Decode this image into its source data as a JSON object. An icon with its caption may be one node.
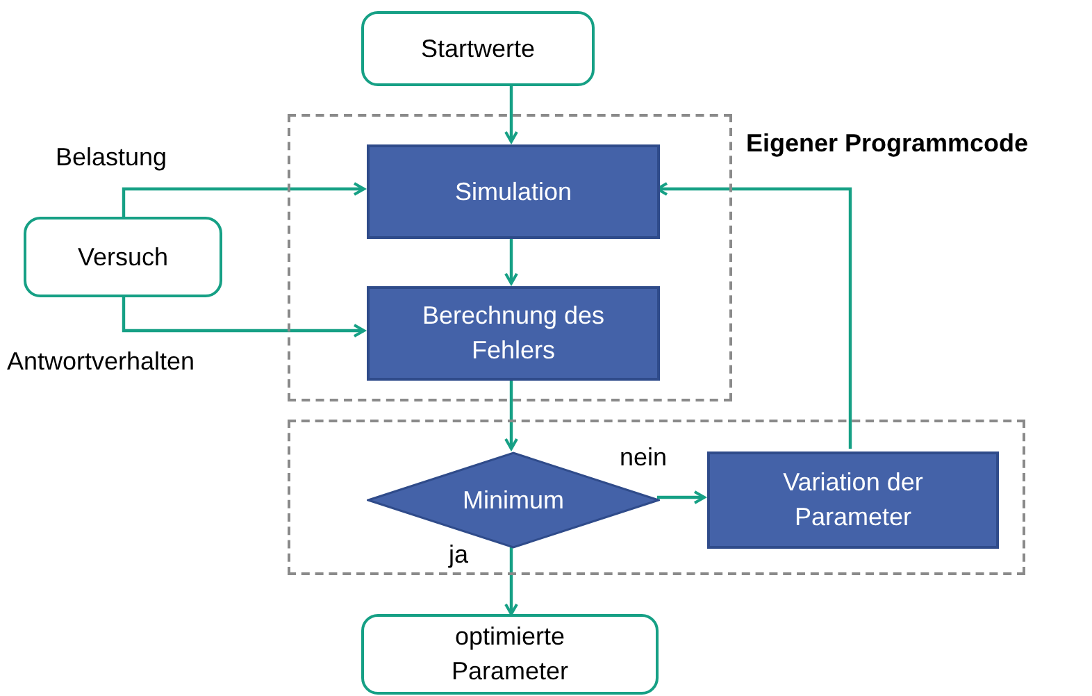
{
  "diagram": {
    "nodes": [
      {
        "text": [
          "Startwerte"
        ]
      },
      {
        "text": [
          "Eigener Programmcode"
        ]
      },
      {
        "text": [
          "Simulation"
        ],
        "in": 1
      },
      {
        "text": [
          "Berechnung des Fehlers"
        ],
        "in": 1
      },
      {
        "text": [
          "Versuch"
        ]
      },
      {
        "text": [],
        "shape": "box"
      },
      {
        "text": [
          "Minimum"
        ],
        "in": 5
      },
      {
        "text": [
          "Variation der Parameter"
        ],
        "in": 5
      },
      {
        "text": [
          "optimierte Parameter"
        ]
      }
    ],
    "edges": [
      {
        "from": 0,
        "to": 2,
        "arrow": "to"
      },
      {
        "from": 4,
        "to": 2,
        "arrow": "to",
        "label": "Belastung"
      },
      {
        "from": 4,
        "to": 3,
        "arrow": "to",
        "label": "Antwortverhalten"
      },
      {
        "from": 2,
        "to": 3,
        "arrow": "to"
      },
      {
        "from": 3,
        "to": 6,
        "arrow": "to"
      },
      {
        "from": 6,
        "to": 7,
        "arrow": "to",
        "label": "nein"
      },
      {
        "from": 7,
        "to": 2,
        "arrow": "to"
      },
      {
        "from": 6,
        "to": 8,
        "arrow": "to",
        "label": "ja"
      }
    ]
  }
}
